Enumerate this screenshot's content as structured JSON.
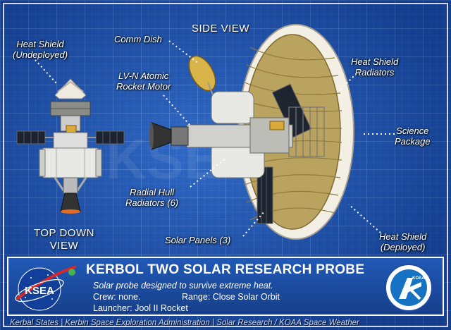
{
  "labels": {
    "side_view": "SIDE VIEW",
    "top_down_view": "TOP DOWN\nVIEW",
    "heat_shield_undeployed": "Heat Shield\n(Undeployed)",
    "comm_dish": "Comm Dish",
    "lvn_motor": "LV-N Atomic\nRocket Motor",
    "heat_shield_radiators": "Heat Shield\nRadiators",
    "science_package": "Science\nPackage",
    "radial_hull_radiators": "Radial Hull\nRadiators (6)",
    "solar_panels": "Solar Panels (3)",
    "heat_shield_deployed": "Heat Shield\n(Deployed)"
  },
  "watermark": "KSEA",
  "panel": {
    "title": "KERBOL TWO SOLAR RESEARCH PROBE",
    "subtitle": "Solar probe designed to survive extreme heat.",
    "crew": "Crew: none.",
    "range": "Range: Close Solar Orbit",
    "launcher": "Launcher:  Jool II Rocket",
    "ksea_logo_text": "KSEA",
    "koaa_logo_text": "KOAA"
  },
  "footer": "Kerbal States | Kerbin Space Exploration Administration | Solar Research / KOAA Space Weather",
  "colors": {
    "background": "#1f57b4",
    "panel": "#1b4da3",
    "heat_shield_interior": "#b9a35e",
    "hull": "#e8e8e4"
  }
}
